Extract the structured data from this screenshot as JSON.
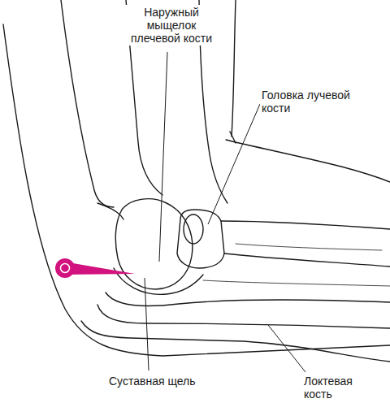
{
  "diagram": {
    "labels": [
      "Наружный мыщелок плечевой кости",
      "Головка лучевой кости",
      "Суставная щель",
      "Локтевая кость"
    ]
  }
}
